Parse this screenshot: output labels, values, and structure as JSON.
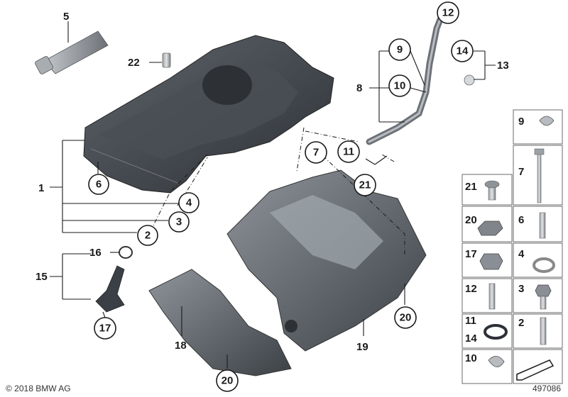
{
  "callouts": {
    "c1": "1",
    "c2": "2",
    "c3": "3",
    "c4": "4",
    "c5": "5",
    "c6": "6",
    "c7": "7",
    "c8": "8",
    "c9": "9",
    "c10": "10",
    "c11": "11",
    "c12": "12",
    "c13": "13",
    "c14": "14",
    "c15": "15",
    "c16": "16",
    "c17": "17",
    "c18": "18",
    "c19": "19",
    "c20a": "20",
    "c20b": "20",
    "c21": "21",
    "c22": "22"
  },
  "legend": {
    "r1a": "9",
    "r1b": "7",
    "r2a": "21",
    "r3a": "20",
    "r3b": "6",
    "r4a": "17",
    "r4b": "4",
    "r5a": "12",
    "r5b": "3",
    "r6a": "11",
    "r6a2": "14",
    "r6b": "2",
    "r7a": "10"
  },
  "footer": {
    "copyright": "© 2018 BMW AG",
    "diagram_number": "497086"
  },
  "colors": {
    "part_dark": "#3a3f45",
    "part_mid": "#5b6067",
    "part_light": "#9aa0a6",
    "line": "#1a1a1a"
  }
}
